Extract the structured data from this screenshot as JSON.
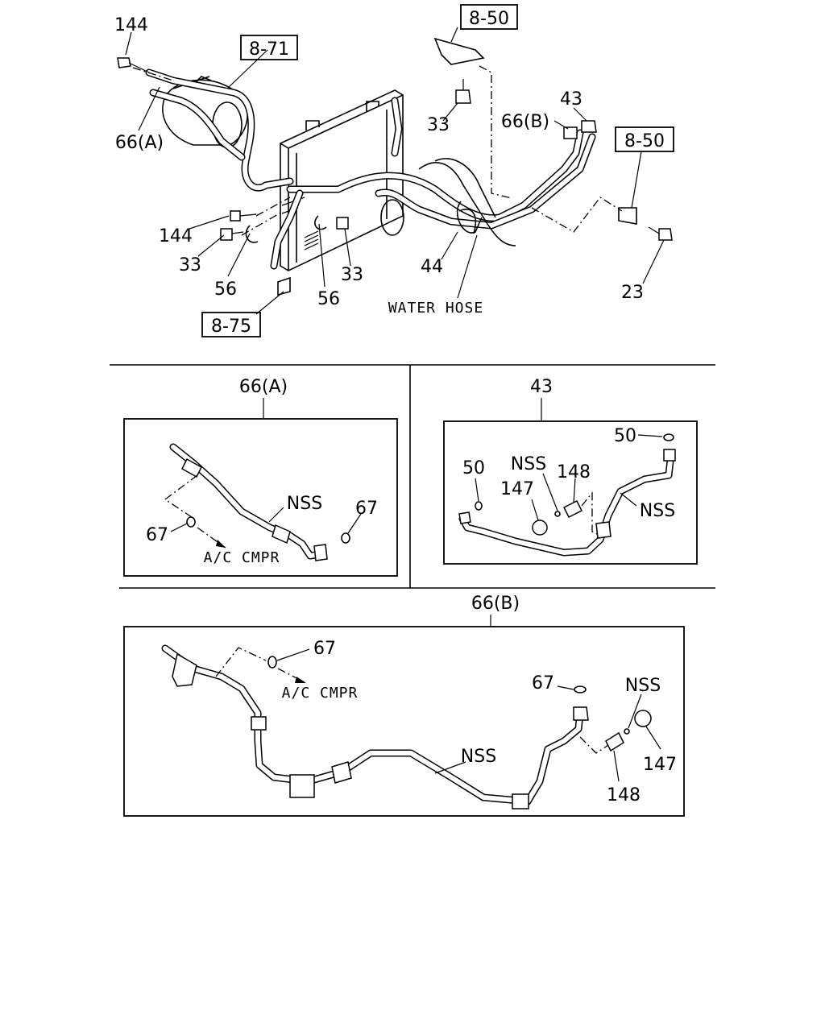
{
  "overview": {
    "refs": {
      "ref_871": "8-71",
      "ref_850_top": "8-50",
      "ref_850_right": "8-50",
      "ref_875": "8-75"
    },
    "callouts": {
      "c144_top": "144",
      "c66a": "66(A)",
      "c144_mid": "144",
      "c33_left": "33",
      "c56_left": "56",
      "c56_mid": "56",
      "c33_mid": "33",
      "c33_top": "33",
      "c66b": "66(B)",
      "c43": "43",
      "c44": "44",
      "c23": "23",
      "water_hose": "WATER HOSE"
    }
  },
  "detail_66a": {
    "title": "66(A)",
    "nss": "NSS",
    "c67_left": "67",
    "c67_right": "67",
    "ac_cmpr": "A/C CMPR"
  },
  "detail_43": {
    "title": "43",
    "c50_left": "50",
    "c50_right": "50",
    "nss_top": "NSS",
    "nss_right": "NSS",
    "c148": "148",
    "c147": "147"
  },
  "detail_66b": {
    "title": "66(B)",
    "c67_top": "67",
    "ac_cmpr": "A/C CMPR",
    "c67_right": "67",
    "nss_mid": "NSS",
    "nss_right": "NSS",
    "c147": "147",
    "c148": "148"
  }
}
